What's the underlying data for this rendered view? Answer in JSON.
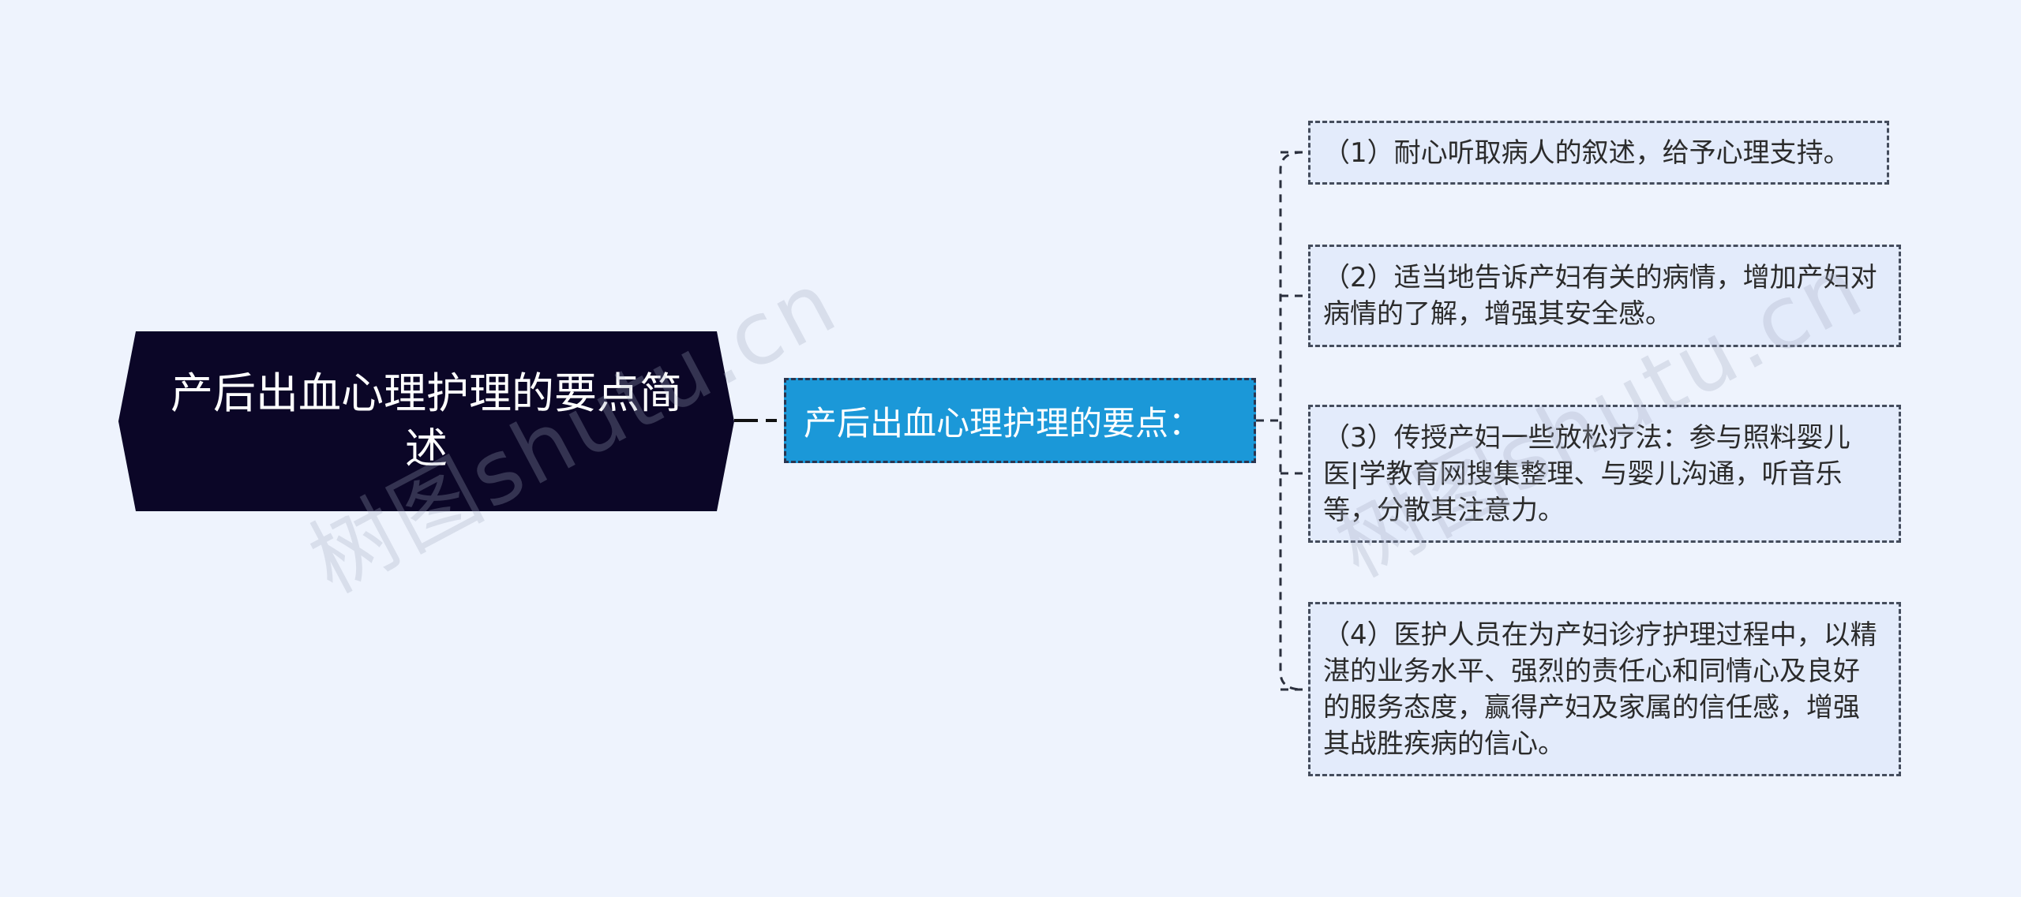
{
  "mindmap": {
    "root": {
      "label": "产后出血心理护理的要点简述"
    },
    "branch": {
      "label": "产后出血心理护理的要点："
    },
    "leaves": [
      {
        "text": "（1）耐心听取病人的叙述，给予心理支持。"
      },
      {
        "text": "（2）适当地告诉产妇有关的病情，增加产妇对病情的了解，增强其安全感。"
      },
      {
        "text": "（3）传授产妇一些放松疗法：参与照料婴儿医|学教育网搜集整理、与婴儿沟通，听音乐等，分散其注意力。"
      },
      {
        "text": "（4）医护人员在为产妇诊疗护理过程中，以精湛的业务水平、强烈的责任心和同情心及良好的服务态度，赢得产妇及家属的信任感，增强其战胜疾病的信心。"
      }
    ]
  },
  "watermark": {
    "text": "树图shutu.cn"
  },
  "colors": {
    "background": "#eef3fd",
    "root_fill": "#0b0627",
    "branch_fill": "#1b98d8",
    "leaf_fill": "#e3ebfb",
    "connector": "#2a2f3d"
  }
}
